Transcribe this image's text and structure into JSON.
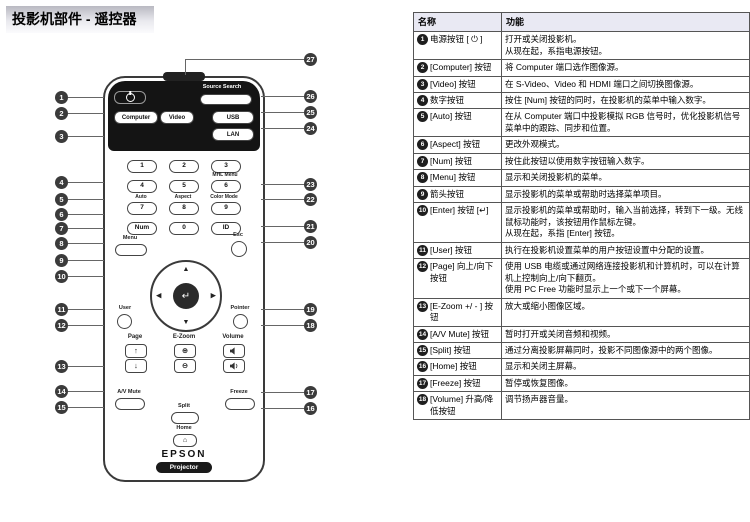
{
  "page": {
    "title": "投影机部件 - 遥控器"
  },
  "colors": {
    "table_header_bg": "#e9e9f3",
    "remote_dark": "#141414"
  },
  "remote": {
    "labels": {
      "source_search": "Source Search",
      "computer": "Computer",
      "video": "Video",
      "usb": "USB",
      "lan": "LAN",
      "mhl_menu": "MHL Menu",
      "auto": "Auto",
      "aspect": "Aspect",
      "color_mode": "Color Mode",
      "num": "Num",
      "id": "ID",
      "menu": "Menu",
      "esc": "Esc",
      "user": "User",
      "pointer": "Pointer",
      "page": "Page",
      "e_zoom": "E-Zoom",
      "volume": "Volume",
      "av_mute": "A/V Mute",
      "split": "Split",
      "freeze": "Freeze",
      "home": "Home",
      "brand": "EPSON",
      "brand_badge": "Projector"
    },
    "digits": [
      "1",
      "2",
      "3",
      "4",
      "5",
      "6",
      "7",
      "8",
      "9",
      "0"
    ],
    "icons": {
      "dpad_up": "▲",
      "dpad_down": "▼",
      "dpad_left": "◀",
      "dpad_right": "▶",
      "enter": "↵",
      "page_up": "↑",
      "page_down": "↓",
      "zoom_in": "⊕",
      "zoom_out": "⊖",
      "home": "⌂"
    },
    "callouts_left": [
      "1",
      "2",
      "3",
      "4",
      "5",
      "6",
      "7",
      "8",
      "9",
      "10",
      "11",
      "12",
      "13",
      "14",
      "15"
    ],
    "callouts_right": [
      "27",
      "26",
      "25",
      "24",
      "23",
      "22",
      "21",
      "20",
      "19",
      "18",
      "17",
      "16"
    ]
  },
  "table": {
    "headers": [
      "名称",
      "功能"
    ],
    "rows": [
      {
        "num": "1",
        "name": "电源按钮 [ ⏻ ]",
        "desc": "打开或关闭投影机。\n从现在起，系指电源按钮。"
      },
      {
        "num": "2",
        "name": "[Computer] 按钮",
        "desc": "将 Computer 端口选作图像源。"
      },
      {
        "num": "3",
        "name": "[Video] 按钮",
        "desc": "在 S-Video、Video 和 HDMI 端口之间切换图像源。"
      },
      {
        "num": "4",
        "name": "数字按钮",
        "desc": "按住 [Num] 按钮的同时，在投影机的菜单中输入数字。"
      },
      {
        "num": "5",
        "name": "[Auto] 按钮",
        "desc": "在从 Computer 端口中投影模拟 RGB 信号时，优化投影机信号菜单中的跟踪、同步和位置。"
      },
      {
        "num": "6",
        "name": "[Aspect] 按钮",
        "desc": "更改外观模式。"
      },
      {
        "num": "7",
        "name": "[Num] 按钮",
        "desc": "按住此按钮以使用数字按钮输入数字。"
      },
      {
        "num": "8",
        "name": "[Menu] 按钮",
        "desc": "显示和关闭投影机的菜单。"
      },
      {
        "num": "9",
        "name": "箭头按钮",
        "desc": "显示投影机的菜单或帮助时选择菜单项目。"
      },
      {
        "num": "10",
        "name": "[Enter] 按钮 [↵]",
        "desc": "显示投影机的菜单或帮助时，输入当前选择，转到下一级。无线鼠标功能时，该按钮用作鼠标左键。\n从现在起，系指 [Enter] 按钮。"
      },
      {
        "num": "11",
        "name": "[User] 按钮",
        "desc": "执行在投影机设置菜单的用户按钮设置中分配的设置。"
      },
      {
        "num": "12",
        "name": "[Page] 向上/向下按钮",
        "desc": "使用 USB 电缆或通过网络连接投影机和计算机时，可以在计算机上控制向上/向下翻页。\n使用 PC Free 功能时显示上一个或下一个屏幕。"
      },
      {
        "num": "13",
        "name": "[E-Zoom +/ - ] 按钮",
        "desc": "放大或缩小图像区域。"
      },
      {
        "num": "14",
        "name": "[A/V Mute] 按钮",
        "desc": "暂时打开或关闭音频和视频。"
      },
      {
        "num": "15",
        "name": "[Split] 按钮",
        "desc": "通过分离投影屏幕同时，投影不同图像源中的两个图像。"
      },
      {
        "num": "16",
        "name": "[Home] 按钮",
        "desc": "显示和关闭主屏幕。"
      },
      {
        "num": "17",
        "name": "[Freeze] 按钮",
        "desc": "暂停或恢复图像。"
      },
      {
        "num": "18",
        "name": "[Volume] 升高/降低按钮",
        "desc": "调节扬声器音量。"
      }
    ]
  }
}
